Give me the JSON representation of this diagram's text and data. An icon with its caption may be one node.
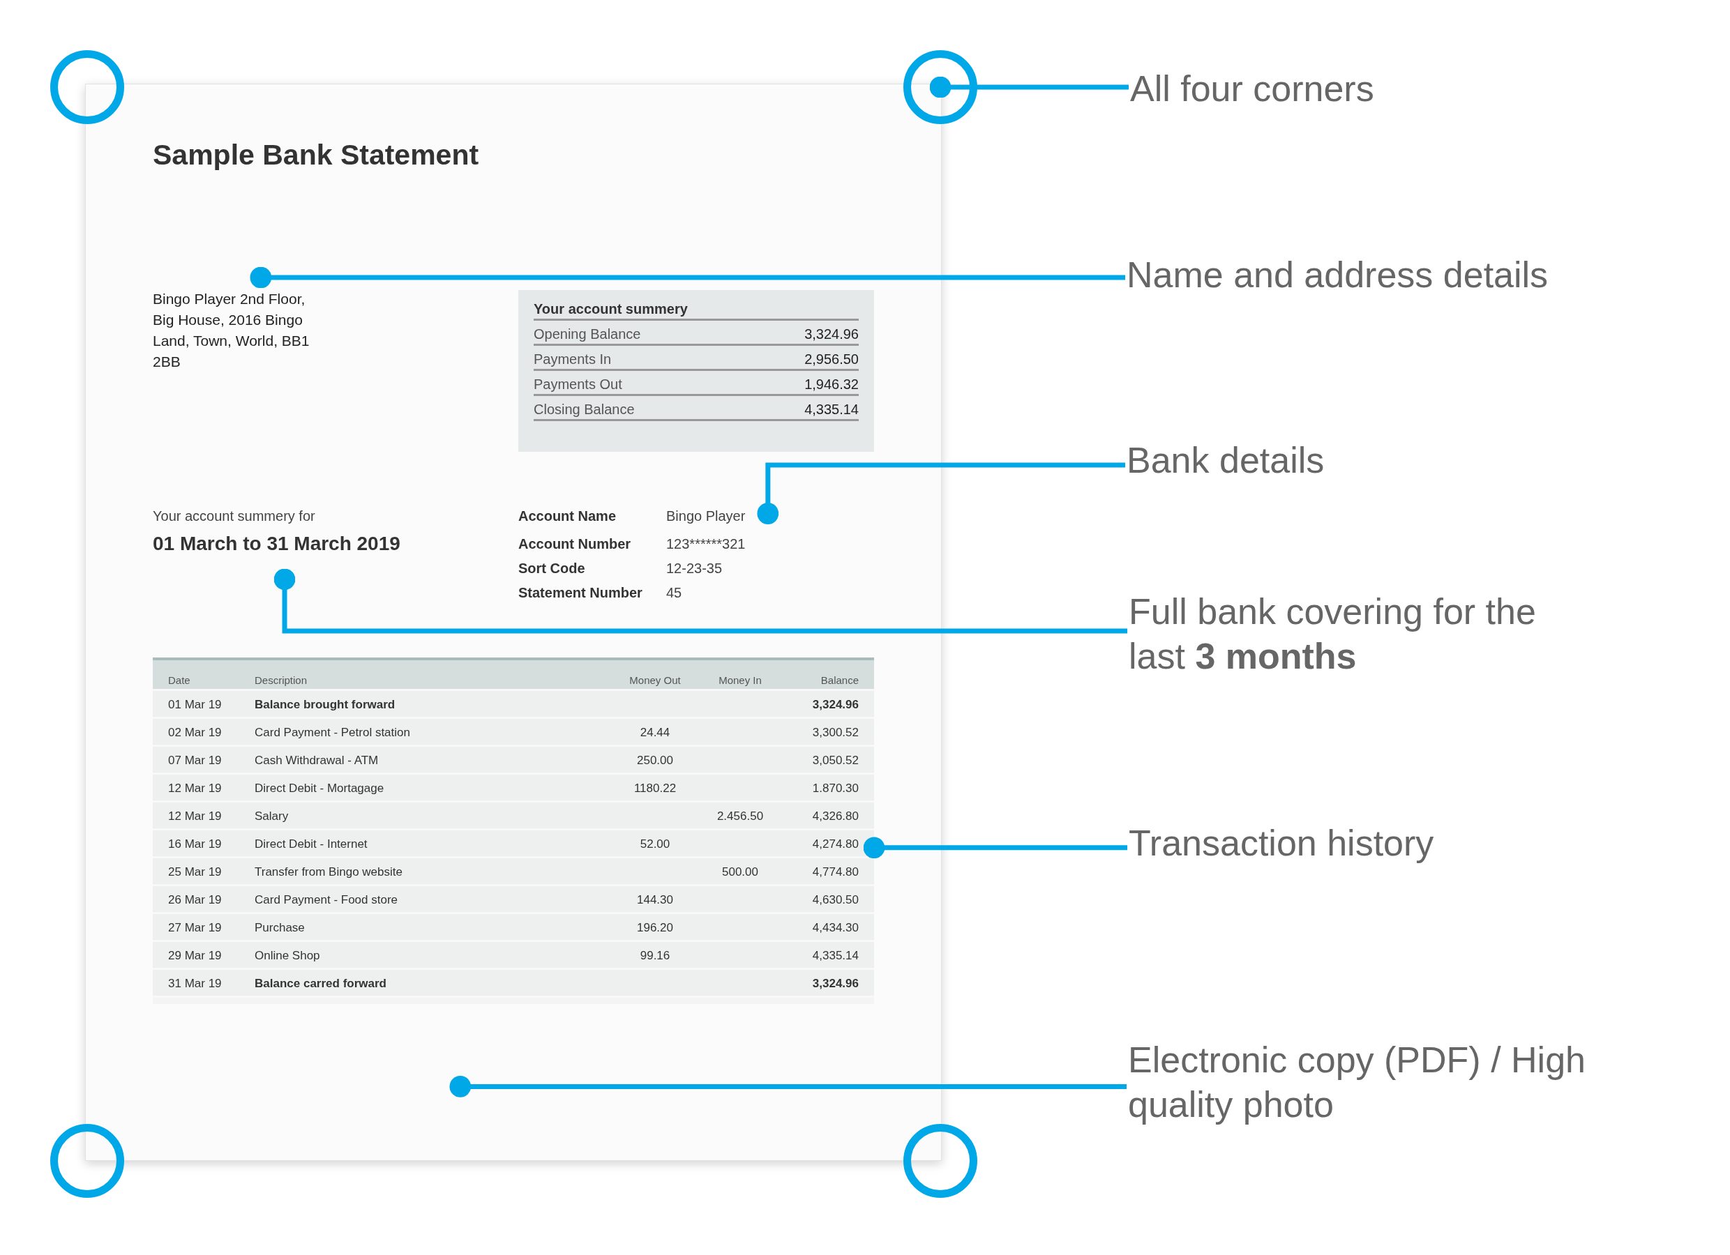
{
  "diagram": {
    "nodes": [
      {
        "text": [
          "Sample Bank Statement"
        ]
      },
      {
        "text": [
          "Bingo Player 2nd Floor, Big House, 2016 Bingo Land, Town, World, BB1 2BB"
        ],
        "in": 0
      },
      {
        "text": [
          "Your account summery",
          "Opening Balance",
          "3,324.96",
          "Payments In",
          "2,956.50",
          "Payments Out",
          "1,946.32",
          "Closing Balance",
          "4,335.14"
        ],
        "in": 0
      },
      {
        "text": [
          "Your account summery for",
          "01 March to 31 March 2019"
        ],
        "in": 0
      },
      {
        "text": [
          "Account Name",
          "Bingo Player",
          "Account Number",
          "123******321",
          "Sort Code",
          "12-23-35",
          "Statement Number",
          "45"
        ],
        "in": 0
      },
      {
        "text": [],
        "shape": "box",
        "in": 0
      },
      {
        "text": [
          "Date",
          "Description",
          "Money Out",
          "Money In",
          "Balance"
        ],
        "in": 5
      },
      {
        "text": [
          "01 Mar 19",
          "Balance brought forward",
          "3,324.96"
        ],
        "in": 5
      },
      {
        "text": [
          "02 Mar 19",
          "Card Payment - Petrol station",
          "24.44",
          "3,300.52"
        ],
        "in": 5
      },
      {
        "text": [
          "07 Mar 19",
          "Cash Withdrawal - ATM",
          "250.00",
          "3,050.52"
        ],
        "in": 5
      },
      {
        "text": [
          "12 Mar 19",
          "Direct Debit - Mortagage",
          "1180.22",
          "1.870.30"
        ],
        "in": 5
      },
      {
        "text": [
          "12 Mar 19",
          "Salary",
          "2.456.50",
          "4,326.80"
        ],
        "in": 5
      },
      {
        "text": [
          "16 Mar 19",
          "Direct Debit - Internet",
          "52.00",
          "4,274.80"
        ],
        "in": 5
      },
      {
        "text": [
          "25 Mar 19",
          "Transfer from Bingo website",
          "500.00",
          "4,774.80"
        ],
        "in": 5
      },
      {
        "text": [
          "26 Mar 19",
          "Card Payment - Food store",
          "144.30",
          "4,630.50"
        ],
        "in": 5
      },
      {
        "text": [
          "27 Mar 19",
          "Purchase",
          "196.20",
          "4,434.30"
        ],
        "in": 5
      },
      {
        "text": [
          "29 Mar 19",
          "Online Shop",
          "99.16",
          "4,335.14"
        ],
        "in": 5
      },
      {
        "text": [
          "31 Mar 19",
          "Balance carred forward",
          "3,324.96"
        ],
        "in": 5
      },
      {
        "text": [],
        "shape": "circle"
      },
      {
        "text": [],
        "shape": "circle"
      },
      {
        "text": [],
        "shape": "circle"
      },
      {
        "text": [],
        "shape": "circle"
      },
      {
        "text": [
          "All four corners"
        ]
      },
      {
        "text": [
          "Name and address details"
        ]
      },
      {
        "text": [
          "Bank details"
        ]
      },
      {
        "text": [
          "Full bank covering for the last **3 months**"
        ]
      },
      {
        "text": [
          "Transaction history"
        ]
      },
      {
        "text": [
          "Electronic copy (PDF) / High quality photo"
        ]
      }
    ],
    "edges": [
      {
        "from": 22,
        "to": 19,
        "arrow": "other"
      },
      {
        "from": 23,
        "to": 1,
        "arrow": "other"
      },
      {
        "from": 24,
        "to": 4,
        "arrow": "other"
      },
      {
        "from": 25,
        "to": 3,
        "arrow": "other"
      },
      {
        "from": 26,
        "to": 5,
        "arrow": "other"
      },
      {
        "from": 27,
        "to": 0,
        "arrow": "other"
      }
    ]
  }
}
